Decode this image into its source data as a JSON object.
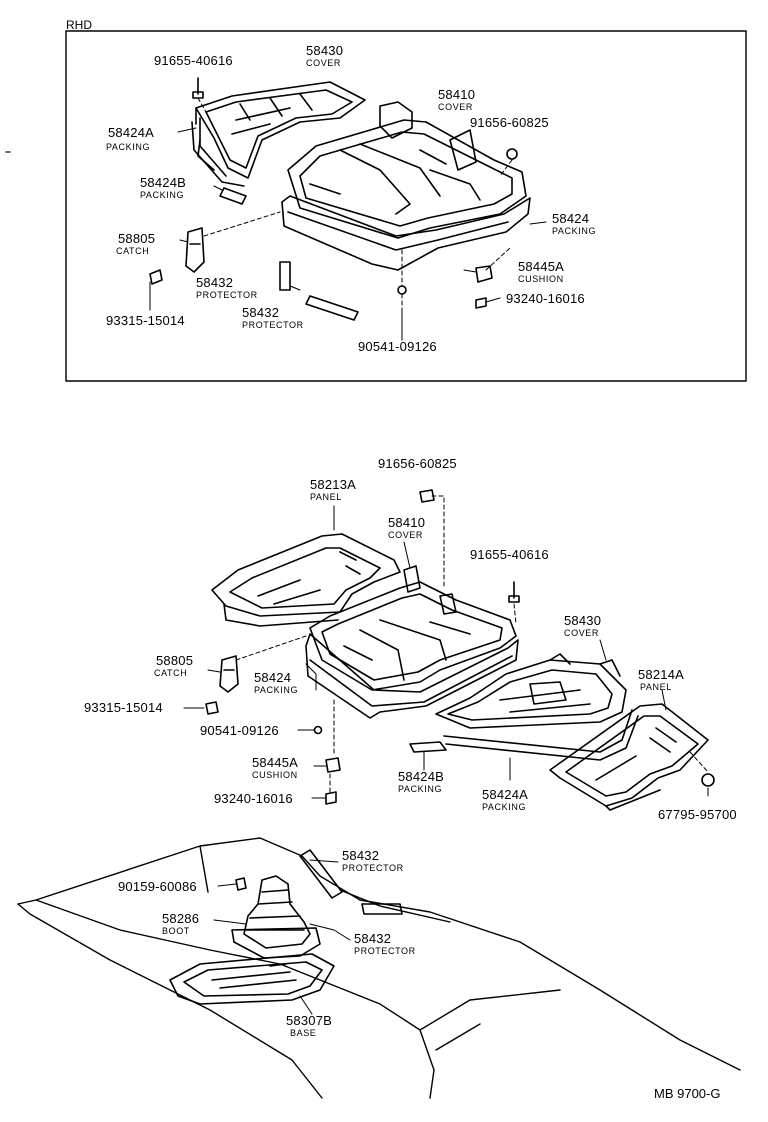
{
  "header": {
    "rhd_label": "RHD"
  },
  "footer": {
    "code": "MB 9700-G"
  },
  "rhd_section": {
    "labels": [
      {
        "id": "r1",
        "part": "91655-40616",
        "name": ""
      },
      {
        "id": "r2",
        "part": "58430",
        "name": "COVER"
      },
      {
        "id": "r3",
        "part": "58410",
        "name": "COVER"
      },
      {
        "id": "r4",
        "part": "91656-60825",
        "name": ""
      },
      {
        "id": "r5",
        "part": "58424A",
        "name": "PACKING"
      },
      {
        "id": "r6",
        "part": "58424B",
        "name": "PACKING"
      },
      {
        "id": "r7",
        "part": "58424",
        "name": "PACKING"
      },
      {
        "id": "r8",
        "part": "58805",
        "name": "CATCH"
      },
      {
        "id": "r9",
        "part": "58432",
        "name": "PROTECTOR"
      },
      {
        "id": "r10",
        "part": "58445A",
        "name": "CUSHION"
      },
      {
        "id": "r11",
        "part": "93240-16016",
        "name": ""
      },
      {
        "id": "r12",
        "part": "58432",
        "name": "PROTECTOR"
      },
      {
        "id": "r13",
        "part": "93315-15014",
        "name": ""
      },
      {
        "id": "r14",
        "part": "90541-09126",
        "name": ""
      }
    ]
  },
  "main_section": {
    "labels": [
      {
        "id": "m1",
        "part": "91656-60825",
        "name": ""
      },
      {
        "id": "m2",
        "part": "58213A",
        "name": "PANEL"
      },
      {
        "id": "m3",
        "part": "58410",
        "name": "COVER"
      },
      {
        "id": "m4",
        "part": "91655-40616",
        "name": ""
      },
      {
        "id": "m5",
        "part": "58430",
        "name": "COVER"
      },
      {
        "id": "m6",
        "part": "58805",
        "name": "CATCH"
      },
      {
        "id": "m7",
        "part": "58424",
        "name": "PACKING"
      },
      {
        "id": "m8",
        "part": "58214A",
        "name": "PANEL"
      },
      {
        "id": "m9",
        "part": "93315-15014",
        "name": ""
      },
      {
        "id": "m10",
        "part": "90541-09126",
        "name": ""
      },
      {
        "id": "m11",
        "part": "58445A",
        "name": "CUSHION"
      },
      {
        "id": "m12",
        "part": "58424B",
        "name": "PACKING"
      },
      {
        "id": "m13",
        "part": "58424A",
        "name": "PACKING"
      },
      {
        "id": "m14",
        "part": "93240-16016",
        "name": ""
      },
      {
        "id": "m15",
        "part": "67795-95700",
        "name": ""
      }
    ]
  },
  "floor_section": {
    "labels": [
      {
        "id": "f1",
        "part": "58432",
        "name": "PROTECTOR"
      },
      {
        "id": "f2",
        "part": "90159-60086",
        "name": ""
      },
      {
        "id": "f3",
        "part": "58286",
        "name": "BOOT"
      },
      {
        "id": "f4",
        "part": "58432",
        "name": "PROTECTOR"
      },
      {
        "id": "f5",
        "part": "58307B",
        "name": "BASE"
      }
    ]
  }
}
